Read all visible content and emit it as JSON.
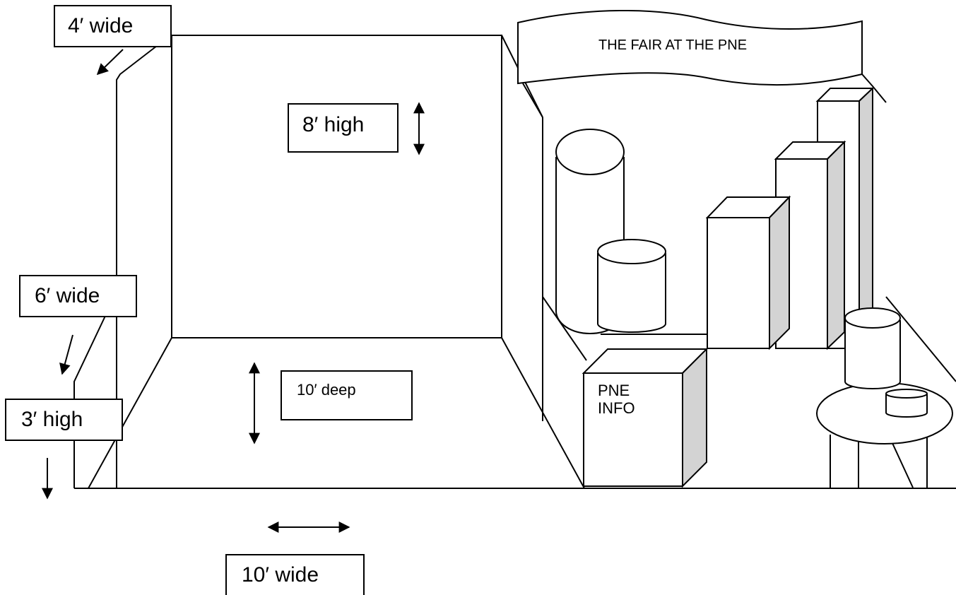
{
  "labels": {
    "wall_side_back": "4′ wide",
    "wall_back_height": "8′ high",
    "wall_side_front": "6′ wide",
    "wall_front_height": "3′ high",
    "floor_depth": "10′ deep",
    "booth_width": "10′ wide",
    "banner": "THE FAIR AT THE PNE",
    "info_box_line1": "PNE",
    "info_box_line2": "INFO"
  },
  "colors": {
    "stroke": "#000000",
    "fill": "#ffffff",
    "shade": "#d3d3d3"
  }
}
